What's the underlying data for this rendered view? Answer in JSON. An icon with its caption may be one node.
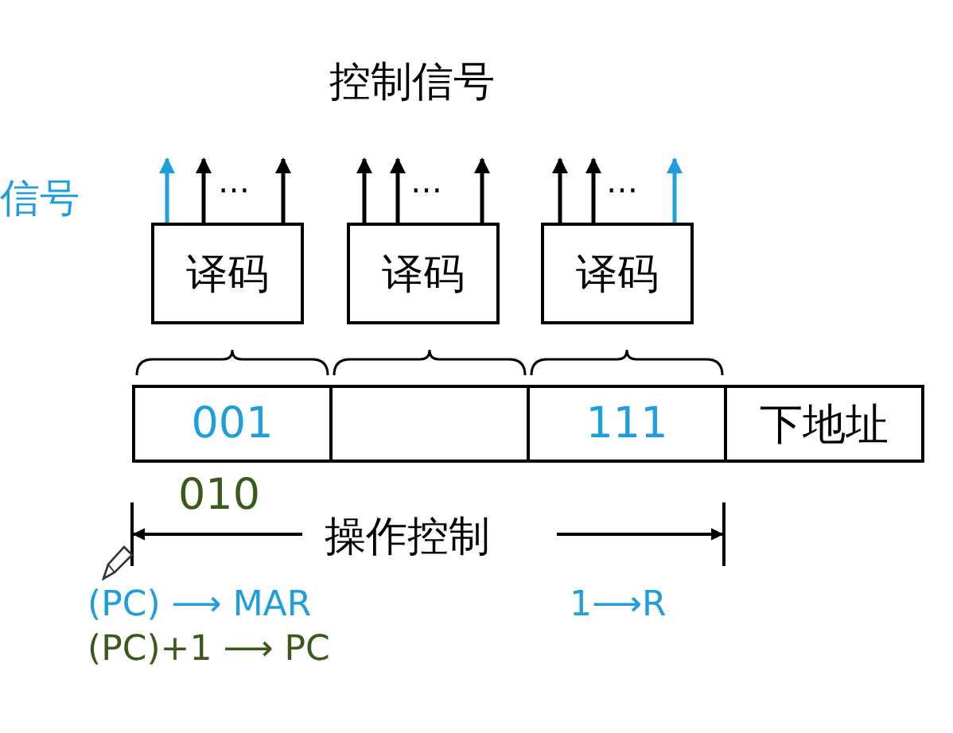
{
  "diagram": {
    "title": "控制信号",
    "nodes": [
      {
        "text": [
          "译码"
        ]
      },
      {
        "text": [
          "译码"
        ]
      },
      {
        "text": [
          "译码"
        ]
      },
      {
        "text": [
          "001"
        ]
      },
      {
        "text": [],
        "shape": "box"
      },
      {
        "text": [
          "111"
        ]
      },
      {
        "text": [
          "下地址"
        ]
      }
    ],
    "edges": [
      {
        "from": 0,
        "to": null,
        "arrow": "to",
        "color": "#1e9fdc"
      },
      {
        "from": 0,
        "to": null,
        "arrow": "to"
      },
      {
        "from": 0,
        "to": null,
        "arrow": "to"
      },
      {
        "from": 1,
        "to": null,
        "arrow": "to"
      },
      {
        "from": 1,
        "to": null,
        "arrow": "to"
      },
      {
        "from": 1,
        "to": null,
        "arrow": "to"
      },
      {
        "from": 2,
        "to": null,
        "arrow": "to"
      },
      {
        "from": 2,
        "to": null,
        "arrow": "to"
      },
      {
        "from": 2,
        "to": null,
        "arrow": "to",
        "color": "#1e9fdc"
      }
    ],
    "labels": [
      "信号",
      "…",
      "…",
      "…",
      "010",
      "操作控制",
      "(PC) ⟶ MAR",
      "1⟶R",
      "(PC)+1 ⟶ PC"
    ]
  }
}
